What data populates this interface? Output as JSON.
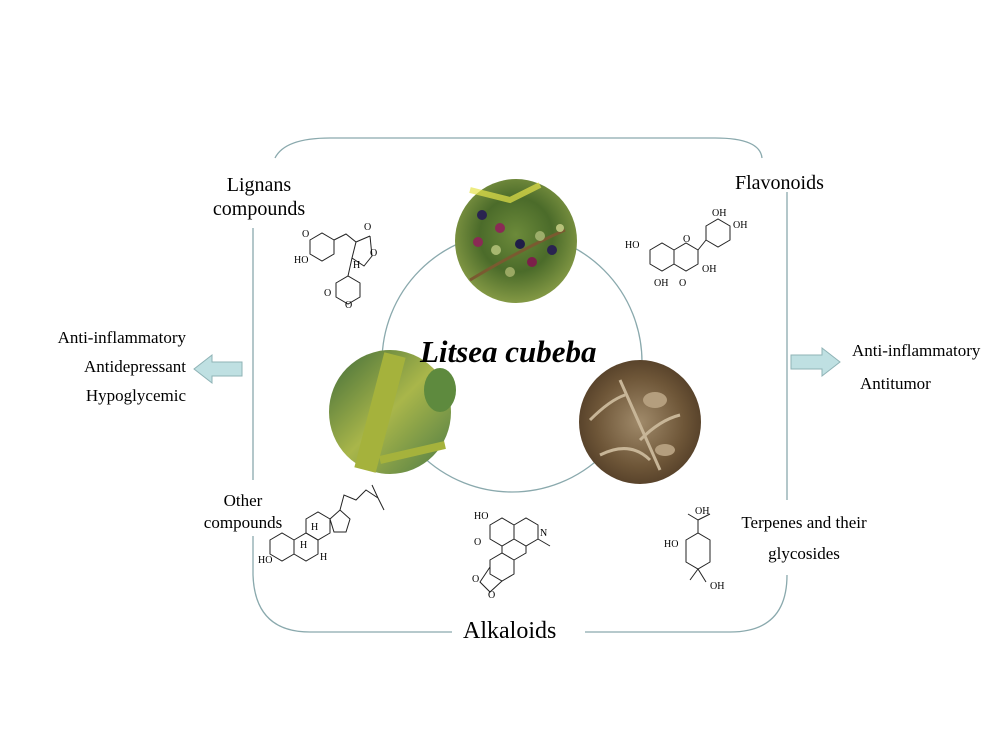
{
  "title": "Litsea cubeba",
  "categories": {
    "lignans": [
      "Lignans",
      "compounds"
    ],
    "flavonoids": "Flavonoids",
    "other": [
      "Other",
      "compounds"
    ],
    "alkaloids": "Alkaloids",
    "terpenes": [
      "Terpenes and their",
      "glycosides"
    ]
  },
  "effects_left": [
    "Anti-inflammatory",
    "Antidepressant",
    "Hypoglycemic"
  ],
  "effects_right": [
    "Anti-inflammatory",
    "Antitumor"
  ],
  "structures": {
    "lignan_atoms": [
      "O",
      "HO",
      "H",
      "O",
      "O",
      "O",
      "O"
    ],
    "flavonoid_atoms": [
      "OH",
      "OH",
      "HO",
      "O",
      "OH",
      "OH",
      "O"
    ],
    "steroid_atoms": [
      "HO",
      "H",
      "H",
      "H"
    ],
    "alkaloid_atoms": [
      "HO",
      "O",
      "N",
      "O",
      "O"
    ],
    "terpene_atoms": [
      "OH",
      "HO",
      "OH"
    ]
  },
  "colors": {
    "frame": "#8aa9ad",
    "arrow_fill": "#bfe0e2",
    "arrow_stroke": "#8fb3b6"
  }
}
